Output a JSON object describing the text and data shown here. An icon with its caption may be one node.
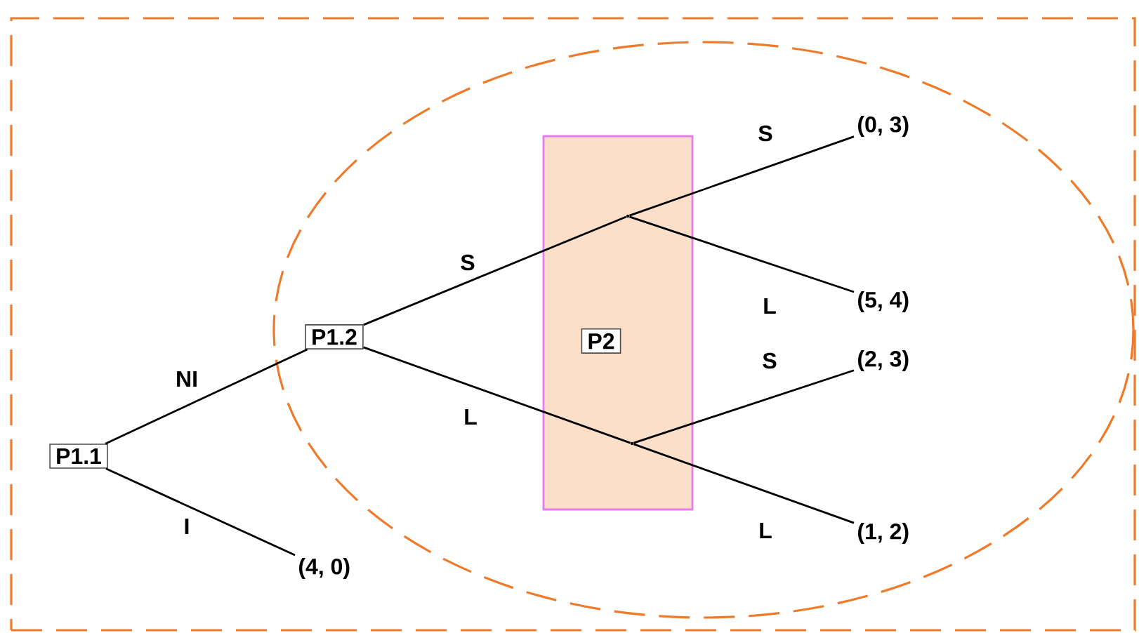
{
  "diagram": {
    "nodes": [
      {
        "text": [],
        "shape": "box"
      },
      {
        "text": [],
        "shape": "ellipse",
        "in": 0
      },
      {
        "text": [
          "P1.1"
        ],
        "in": 0
      },
      {
        "text": [
          "P1.2"
        ],
        "in": 1
      },
      {
        "text": [
          "(4, 0)"
        ],
        "in": 0
      },
      {
        "text": [],
        "shape": "box",
        "in": 1
      },
      {
        "text": [
          "P2"
        ],
        "in": 5
      },
      {
        "text": [],
        "shape": "point",
        "in": 5
      },
      {
        "text": [],
        "shape": "point",
        "in": 5
      },
      {
        "text": [
          "(0, 3)"
        ],
        "in": 1
      },
      {
        "text": [
          "(5, 4)"
        ],
        "in": 1
      },
      {
        "text": [
          "(2, 3)"
        ],
        "in": 1
      },
      {
        "text": [
          "(1, 2)"
        ],
        "in": 1
      }
    ],
    "edges": [
      {
        "from": 2,
        "to": 3,
        "arrow": "none",
        "label": "NI"
      },
      {
        "from": 2,
        "to": 4,
        "arrow": "none",
        "label": "I"
      },
      {
        "from": 3,
        "to": 7,
        "arrow": "none",
        "label": "S"
      },
      {
        "from": 3,
        "to": 8,
        "arrow": "none",
        "label": "L"
      },
      {
        "from": 7,
        "to": 9,
        "arrow": "none",
        "label": "S"
      },
      {
        "from": 7,
        "to": 10,
        "arrow": "none",
        "label": "L"
      },
      {
        "from": 8,
        "to": 11,
        "arrow": "none",
        "label": "S"
      },
      {
        "from": 8,
        "to": 12,
        "arrow": "none",
        "label": "L"
      }
    ]
  }
}
